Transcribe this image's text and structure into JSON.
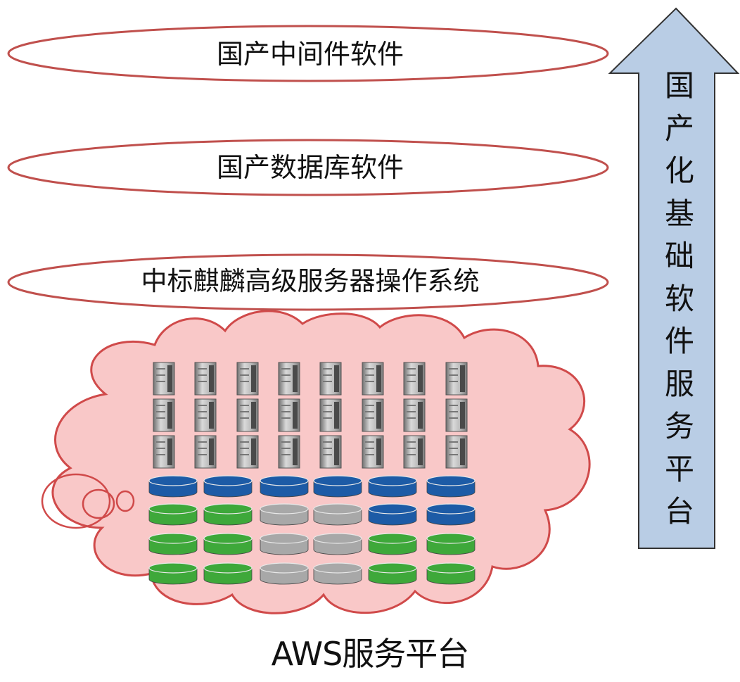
{
  "layers": [
    {
      "label": "国产中间件软件"
    },
    {
      "label": "国产数据库软件"
    },
    {
      "label": "中标麒麟高级服务器操作系统"
    }
  ],
  "arrow": {
    "chars": [
      "国",
      "产",
      "化",
      "基",
      "础",
      "软",
      "件",
      "服",
      "务",
      "平",
      "台"
    ],
    "fill": "#b9cde5",
    "stroke": "#333333"
  },
  "cloud": {
    "label": "AWS服务平台",
    "fill": "#f9c8c8",
    "stroke": "#d04a4a",
    "server_color": "#9a9a9a",
    "db_colors": {
      "blue": "#1d5ba6",
      "green": "#3ea83a",
      "gray": "#a8a8a8"
    },
    "db_rows": [
      [
        "blue",
        "blue",
        "blue",
        "blue",
        "blue",
        "blue"
      ],
      [
        "green",
        "green",
        "gray",
        "gray",
        "blue",
        "blue"
      ],
      [
        "green",
        "green",
        "gray",
        "gray",
        "green",
        "green"
      ],
      [
        "green",
        "green",
        "gray",
        "gray",
        "green",
        "green"
      ]
    ]
  },
  "ellipse_stroke": "#c0504d"
}
